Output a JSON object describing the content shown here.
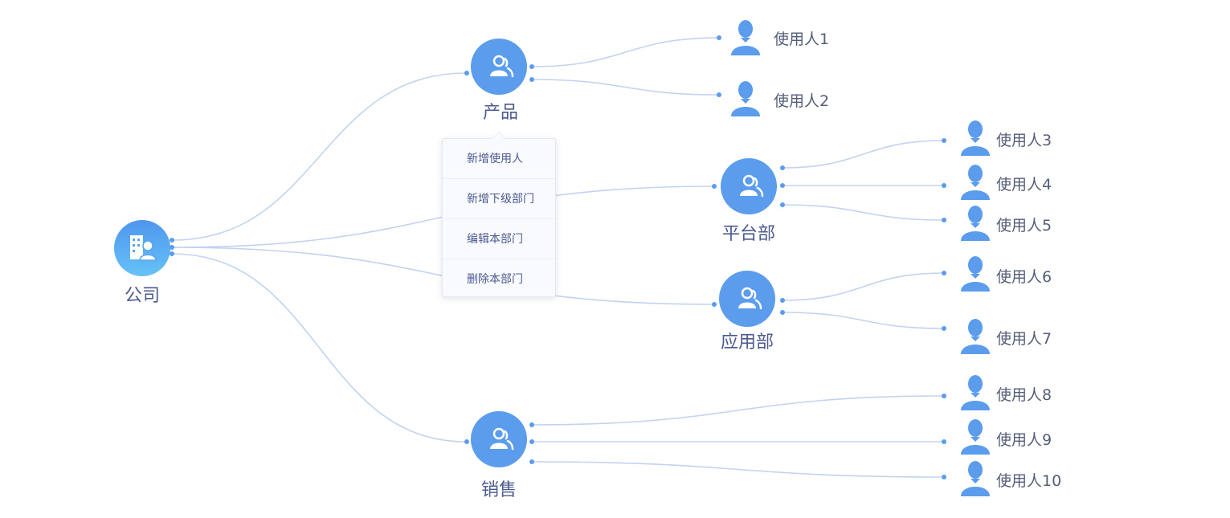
{
  "colors": {
    "edge": "#c3d3ef",
    "dot": "#5b9cec",
    "node": "#5b9cec",
    "user_icon": "#5b9cec",
    "text": "#4c5a8f"
  },
  "company": {
    "label": "公司",
    "icon": "company-building-icon"
  },
  "departments": [
    {
      "key": "product",
      "label": "产品",
      "icon": "people-icon"
    },
    {
      "key": "platform",
      "label": "平台部",
      "icon": "people-icon"
    },
    {
      "key": "application",
      "label": "应用部",
      "icon": "people-icon"
    },
    {
      "key": "sales",
      "label": "销售",
      "icon": "people-icon"
    }
  ],
  "users": [
    {
      "label": "使用人1",
      "dept": "product"
    },
    {
      "label": "使用人2",
      "dept": "product"
    },
    {
      "label": "使用人3",
      "dept": "platform"
    },
    {
      "label": "使用人4",
      "dept": "platform"
    },
    {
      "label": "使用人5",
      "dept": "platform"
    },
    {
      "label": "使用人6",
      "dept": "application"
    },
    {
      "label": "使用人7",
      "dept": "application"
    },
    {
      "label": "使用人8",
      "dept": "sales"
    },
    {
      "label": "使用人9",
      "dept": "sales"
    },
    {
      "label": "使用人10",
      "dept": "sales"
    }
  ],
  "context_menu": {
    "items": [
      "新增使用人",
      "新增下级部门",
      "编辑本部门",
      "删除本部门"
    ]
  }
}
